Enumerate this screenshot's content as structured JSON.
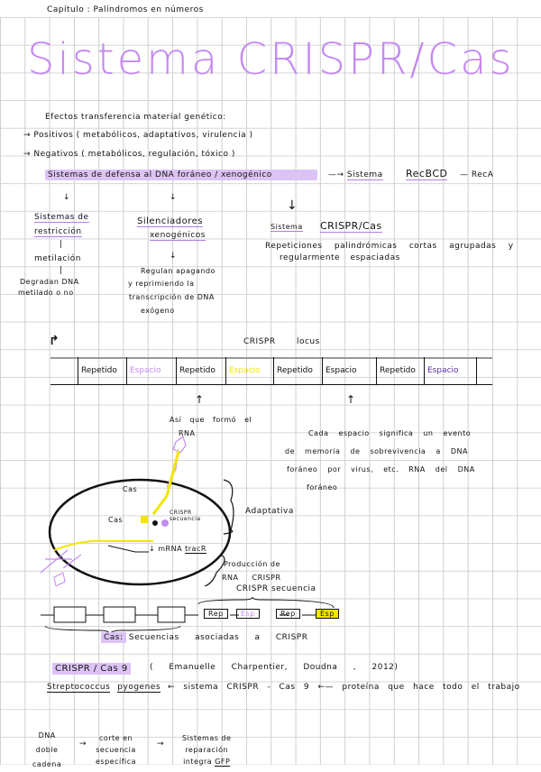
{
  "header": {
    "chapter": "Capítulo : Palíndromos en números"
  },
  "title": "Sistema CRISPR/Cas",
  "intro": {
    "heading": "Efectos transferencia material genético:",
    "positive": "→ Positivos ( metabólicos, adaptativos, virulencia )",
    "negative": "→ Negativos ( metabólicos, regulación, tóxico )"
  },
  "defense": {
    "banner": "Sistemas de defensa al DNA foráneo / xenogénico",
    "arrow_target": "Sistema",
    "recbcd": "RecBCD",
    "reca": "RecA",
    "restriction": {
      "line1": "Sistemas de",
      "line2": "restricción",
      "step": "metilación",
      "result1": "Degradan DNA",
      "result2": "metilado o no"
    },
    "silencers": {
      "line1": "Silenciadores",
      "line2": "xenogénicos",
      "d1": "Regulan apagando",
      "d2": "y reprimiendo la",
      "d3": "transcripción de DNA",
      "d4": "exógeno"
    },
    "crispr": {
      "label": "Sistema",
      "name": "CRISPR/Cas",
      "d1": "Repeticiones palindrómicas cortas agrupadas y",
      "d2": "regularmente espaciadas"
    }
  },
  "locus": {
    "title": "CRISPR locus",
    "segments": [
      {
        "label": "Repetido",
        "color": "#111111"
      },
      {
        "label": "Espacio",
        "color": "#c58af0"
      },
      {
        "label": "Repetido",
        "color": "#111111"
      },
      {
        "label": "Espacio",
        "color": "#f2e600"
      },
      {
        "label": "Repetido",
        "color": "#111111"
      },
      {
        "label": "Espacio",
        "color": "#111111"
      },
      {
        "label": "Repetido",
        "color": "#111111"
      },
      {
        "label": "Espacio",
        "color": "#5a2ca0"
      }
    ],
    "note_left1": "Así que formó el",
    "note_left2": "RNA",
    "note_right1": "Cada espacio significa un evento",
    "note_right2": "de memoria de sobrevivencia a DNA",
    "note_right3": "foráneo por virus, etc. RNA del DNA",
    "note_right4": "foráneo"
  },
  "cell": {
    "cas_top": "Cas",
    "cas_left": "Cas",
    "crispr_label1": "CRISPR",
    "crispr_label2": "secuencia",
    "mrna": "mRNA",
    "tracr": "tracR",
    "adaptation": "Adaptativa",
    "production1": "Producción de",
    "production2": "RNA CRISPR"
  },
  "sequence": {
    "title": "CRISPR secuencia",
    "boxes": [
      "Rep",
      "Esp",
      "Rep",
      "Esp"
    ],
    "cas_label": "Cas:",
    "cas_desc": "Secuencias asociadas a CRISPR"
  },
  "cas9": {
    "heading": "CRISPR / Cas 9",
    "authors": "( Emanuelle Charpentier, Doudna , 2012)",
    "organism": "Streptococcus",
    "species": "pyogenes",
    "line": "← sistema CRISPR - Cas 9 ←— proteína que hace todo el trabajo",
    "flow1": [
      "DNA",
      "doble",
      "cadena"
    ],
    "flow2": [
      "corte en",
      "secuencia",
      "específica"
    ],
    "flow3": [
      "Sistemas de",
      "reparación",
      "integra"
    ],
    "gfp": "GFP"
  },
  "colors": {
    "accent": "#c58af0",
    "highlight": "#dcc3f5",
    "yellow": "#f2e600",
    "dark_purple": "#5a2ca0"
  }
}
